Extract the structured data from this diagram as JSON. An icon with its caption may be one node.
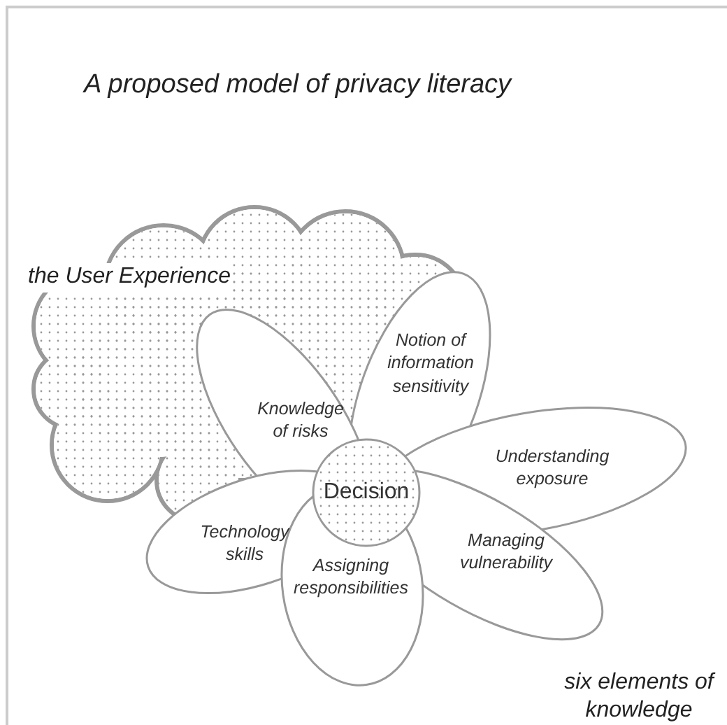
{
  "diagram": {
    "title": "A proposed model of privacy literacy",
    "nodes": [
      {
        "text": [
          "the User Experience"
        ]
      },
      {
        "text": [
          "Notion of information sensitivity"
        ]
      },
      {
        "text": [
          "Knowledge of risks"
        ]
      },
      {
        "text": [
          "Understanding exposure"
        ]
      },
      {
        "text": [
          "Decision"
        ]
      },
      {
        "text": [
          "Technology skills"
        ]
      },
      {
        "text": [
          "Managing vulnerability"
        ]
      },
      {
        "text": [
          "Assigning responsibilities"
        ]
      }
    ],
    "edges": [],
    "labels": [
      "six elements of knowledge"
    ]
  }
}
